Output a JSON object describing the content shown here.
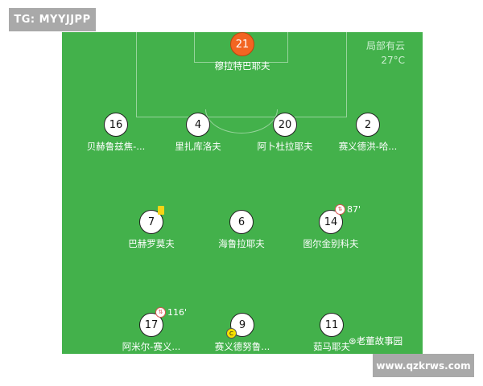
{
  "badges": {
    "tg": "TG: MYYJJPP",
    "url": "www.qzkrws.com"
  },
  "weather": {
    "condition": "局部有云",
    "temp": "27°C"
  },
  "watermark": "老董故事园",
  "players": {
    "gk": {
      "number": "21",
      "name": "穆拉特巴耶夫"
    },
    "d1": {
      "number": "16",
      "name": "贝赫鲁兹焦-..."
    },
    "d2": {
      "number": "4",
      "name": "里扎库洛夫"
    },
    "d3": {
      "number": "20",
      "name": "阿卜杜拉耶夫"
    },
    "d4": {
      "number": "2",
      "name": "赛义德洪-哈..."
    },
    "m1": {
      "number": "7",
      "name": "巴赫罗莫夫"
    },
    "m2": {
      "number": "6",
      "name": "海鲁拉耶夫"
    },
    "m3": {
      "number": "14",
      "name": "图尔金别科夫",
      "sub_minute": "87'"
    },
    "f1": {
      "number": "17",
      "name": "阿米尔-赛义...",
      "sub_minute": "116'"
    },
    "f2": {
      "number": "9",
      "name": "赛义德努鲁...",
      "captain": "C"
    },
    "f3": {
      "number": "11",
      "name": "茹马耶夫"
    }
  },
  "colors": {
    "pitch": "#43b14b",
    "goalkeeper": "#f26522",
    "yellow_card": "#f5d415"
  }
}
